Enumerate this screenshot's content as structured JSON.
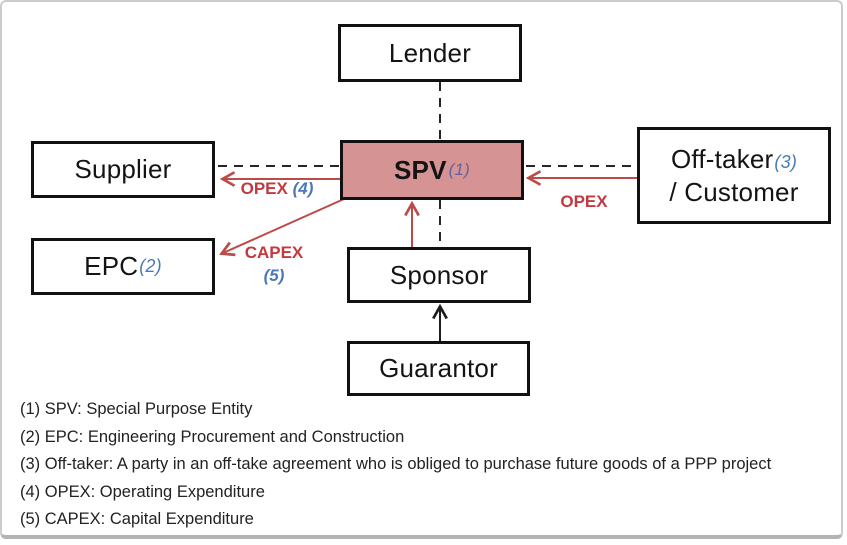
{
  "diagram": {
    "title": "PPP / project-finance structure diagram",
    "boxes": {
      "lender": {
        "label": "Lender"
      },
      "supplier": {
        "label": "Supplier"
      },
      "spv": {
        "label": "SPV",
        "ref": "(1)"
      },
      "epc": {
        "label": "EPC",
        "ref": "(2)"
      },
      "offtaker": {
        "label_line1": "Off-taker",
        "ref": "(3)",
        "label_line2": "/ Customer"
      },
      "sponsor": {
        "label": "Sponsor"
      },
      "guarantor": {
        "label": "Guarantor"
      }
    },
    "edge_labels": {
      "opex_left": {
        "text": "OPEX",
        "ref": "(4)"
      },
      "capex": {
        "text": "CAPEX",
        "ref": "(5)"
      },
      "opex_right": {
        "text": "OPEX"
      }
    },
    "edges": [
      {
        "from": "lender",
        "to": "spv",
        "style": "dashed-black"
      },
      {
        "from": "spv",
        "to": "supplier",
        "style": "dashed-black"
      },
      {
        "from": "spv",
        "to": "supplier",
        "style": "red-arrow",
        "label": "OPEX (4)"
      },
      {
        "from": "spv",
        "to": "epc",
        "style": "red-arrow",
        "label": "CAPEX (5)"
      },
      {
        "from": "offtaker",
        "to": "spv",
        "style": "dashed-black"
      },
      {
        "from": "offtaker",
        "to": "spv",
        "style": "red-arrow",
        "label": "OPEX"
      },
      {
        "from": "sponsor",
        "to": "spv",
        "style": "red-arrow"
      },
      {
        "from": "spv",
        "to": "sponsor",
        "style": "dashed-black"
      },
      {
        "from": "guarantor",
        "to": "sponsor",
        "style": "black-arrow"
      }
    ],
    "colors": {
      "spv_fill": "#d59393",
      "box_border": "#111111",
      "arrow_red": "#bc4a47",
      "label_red": "#c23a40",
      "ref_blue": "#4a79b5",
      "spv_ref_indigo": "#5f63a5",
      "dashed_black": "#262626"
    }
  },
  "footnotes": [
    "(1) SPV: Special Purpose Entity",
    "(2) EPC: Engineering Procurement and Construction",
    "(3) Off-taker: A party in an off-take agreement who is obliged to purchase future goods of a PPP project",
    "(4) OPEX: Operating Expenditure",
    "(5) CAPEX: Capital Expenditure"
  ]
}
